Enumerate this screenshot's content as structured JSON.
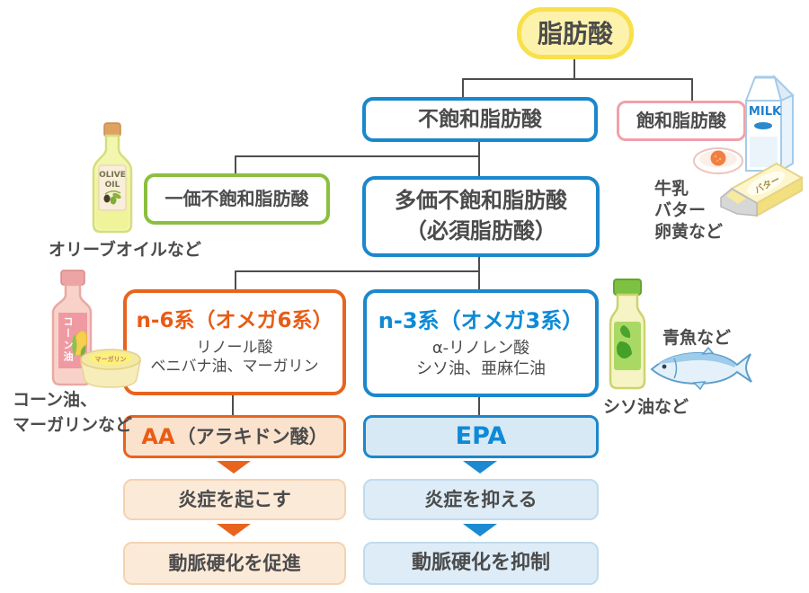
{
  "colors": {
    "accent_blue": "#1b87cc",
    "accent_orange": "#e8641e",
    "accent_green": "#8cbf3f",
    "accent_pink": "#f0a1a8",
    "accent_yellow_border": "#f8e04b",
    "accent_yellow_fill": "#fdf2ab",
    "text_dark": "#4b4b4b",
    "text_blue": "#0e8ad6",
    "text_orange": "#e85c15",
    "fill_orange_light": "#fbe2cd",
    "fill_orange_pale": "#fcead9",
    "fill_blue_light": "#d8e9f6",
    "fill_blue_pale": "#ddecf7"
  },
  "tree": {
    "root": "脂肪酸",
    "unsaturated": "不飽和脂肪酸",
    "saturated": "飽和脂肪酸",
    "mono_unsaturated": "一価不飽和脂肪酸",
    "poly_line1": "多価不飽和脂肪酸",
    "poly_line2": "（必須脂肪酸）",
    "n6": {
      "title": "n-6系（オメガ6系）",
      "sub1": "リノール酸",
      "sub2": "ベニバナ油、マーガリン"
    },
    "n3": {
      "title": "n-3系（オメガ3系）",
      "sub1": "α-リノレン酸",
      "sub2": "シソ油、亜麻仁油"
    },
    "aa_prefix": "AA",
    "aa_suffix": "（アラキドン酸）",
    "epa": "EPA",
    "n6_effect1": "炎症を起こす",
    "n6_effect2": "動脈硬化を促進",
    "n3_effect1": "炎症を抑える",
    "n3_effect2": "動脈硬化を抑制"
  },
  "captions": {
    "olive_oil": "オリーブオイルなど",
    "corn_line1": "コーン油、",
    "corn_line2": "マーガリンなど",
    "saturated_line1": "牛乳",
    "saturated_line2": "バター",
    "saturated_line3": "卵黄など",
    "blue_fish": "青魚など",
    "shiso_oil": "シソ油など"
  },
  "icon_labels": {
    "olive_line1": "OLIVE",
    "olive_line2": "OIL",
    "milk": "MILK",
    "butter": "バター",
    "corn_oil": "コーン油",
    "margarine": "マーガリン"
  }
}
